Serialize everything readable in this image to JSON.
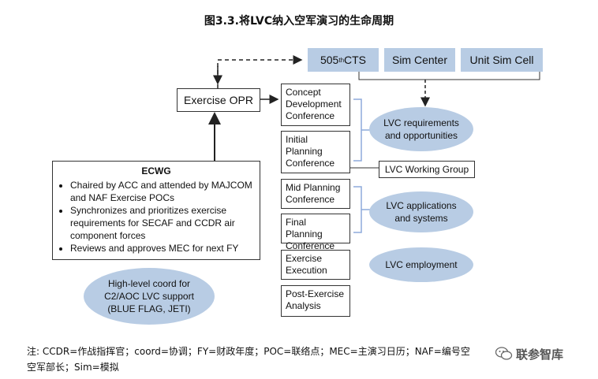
{
  "title": "图3.3.将LVC纳入空军演习的生命周期",
  "top_entities": [
    {
      "name": "505",
      "sup": "th",
      "suffix": " CTS"
    },
    {
      "name": "Sim Center",
      "sup": "",
      "suffix": ""
    },
    {
      "name": "Unit Sim Cell",
      "sup": "",
      "suffix": ""
    }
  ],
  "exercise_opr": "Exercise OPR",
  "phases": [
    "Concept\nDevelopment\nConference",
    "Initial\nPlanning\nConference",
    "Mid Planning\nConference",
    "Final Planning\nConference",
    "Exercise\nExecution",
    "Post-Exercise\nAnalysis"
  ],
  "working_group": "LVC Working Group",
  "ellipses": {
    "requirements": "LVC requirements\nand opportunities",
    "applications": "LVC applications\nand systems",
    "employment": "LVC employment",
    "coord": "High-level coord for\nC2/AOC LVC support\n(BLUE FLAG, JETI)"
  },
  "ecwg": {
    "title": "ECWG",
    "items": [
      "Chaired by ACC and attended by MAJCOM and NAF Exercise POCs",
      "Synchronizes and prioritizes exercise requirements for SECAF and CCDR air component forces",
      "Reviews and approves MEC for next FY"
    ]
  },
  "note": {
    "line1": "注: CCDR=作战指挥官；coord=协调；FY=财政年度；POC=联络点；MEC=主演习日历；NAF=编号空",
    "line2": "空军部长；Sim=模拟"
  },
  "watermark": "联参智库",
  "colors": {
    "fill": "#b8cce4",
    "line": "#333333"
  }
}
